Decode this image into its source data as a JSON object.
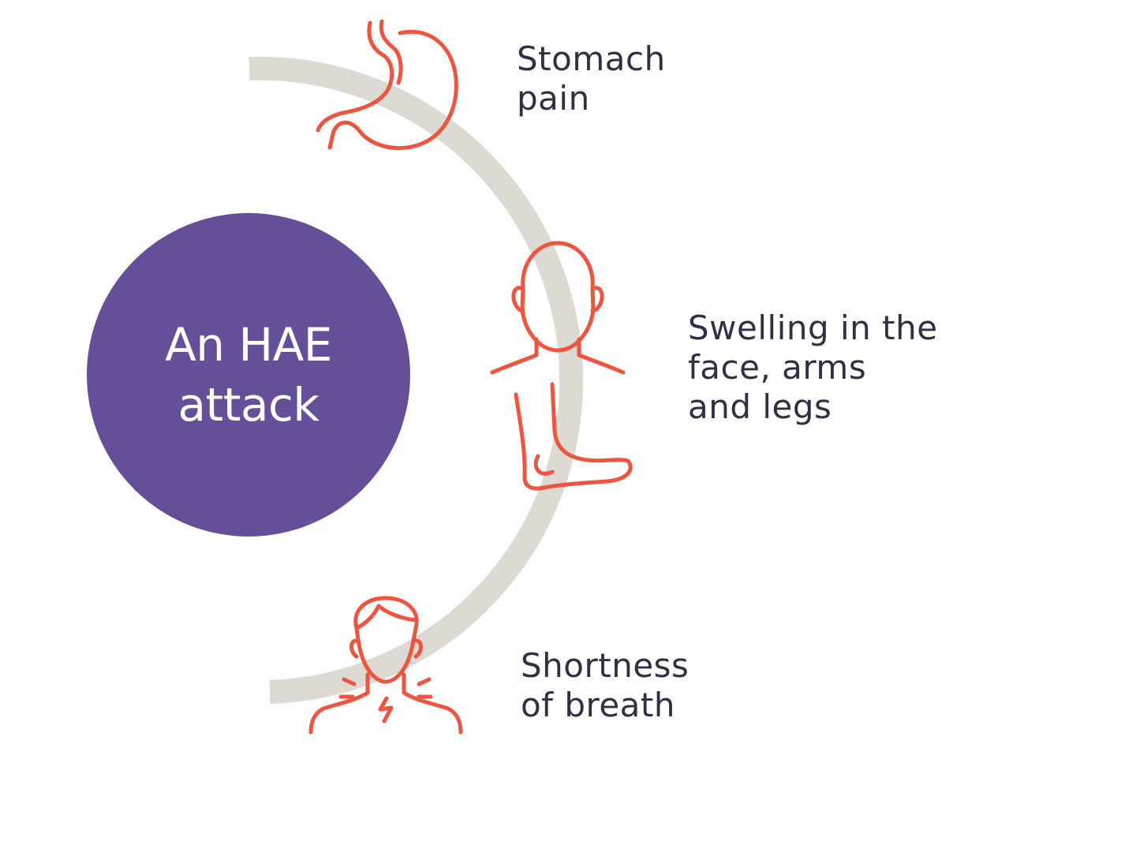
{
  "colors": {
    "arc": "#dcdad2",
    "center_circle": "#654f99",
    "icon_stroke": "#ee5540",
    "label_text": "#2f2f45",
    "center_text": "#ffffff"
  },
  "center": {
    "line1": "An HAE",
    "line2": "attack"
  },
  "symptoms": [
    {
      "icon": "stomach-icon",
      "line1": "Stomach",
      "line2": "pain"
    },
    {
      "icon": "head-and-foot-icon",
      "line1": "Swelling in the",
      "line2": "face, arms",
      "line3": "and legs"
    },
    {
      "icon": "throat-pain-icon",
      "line1": "Shortness",
      "line2": "of breath"
    }
  ]
}
